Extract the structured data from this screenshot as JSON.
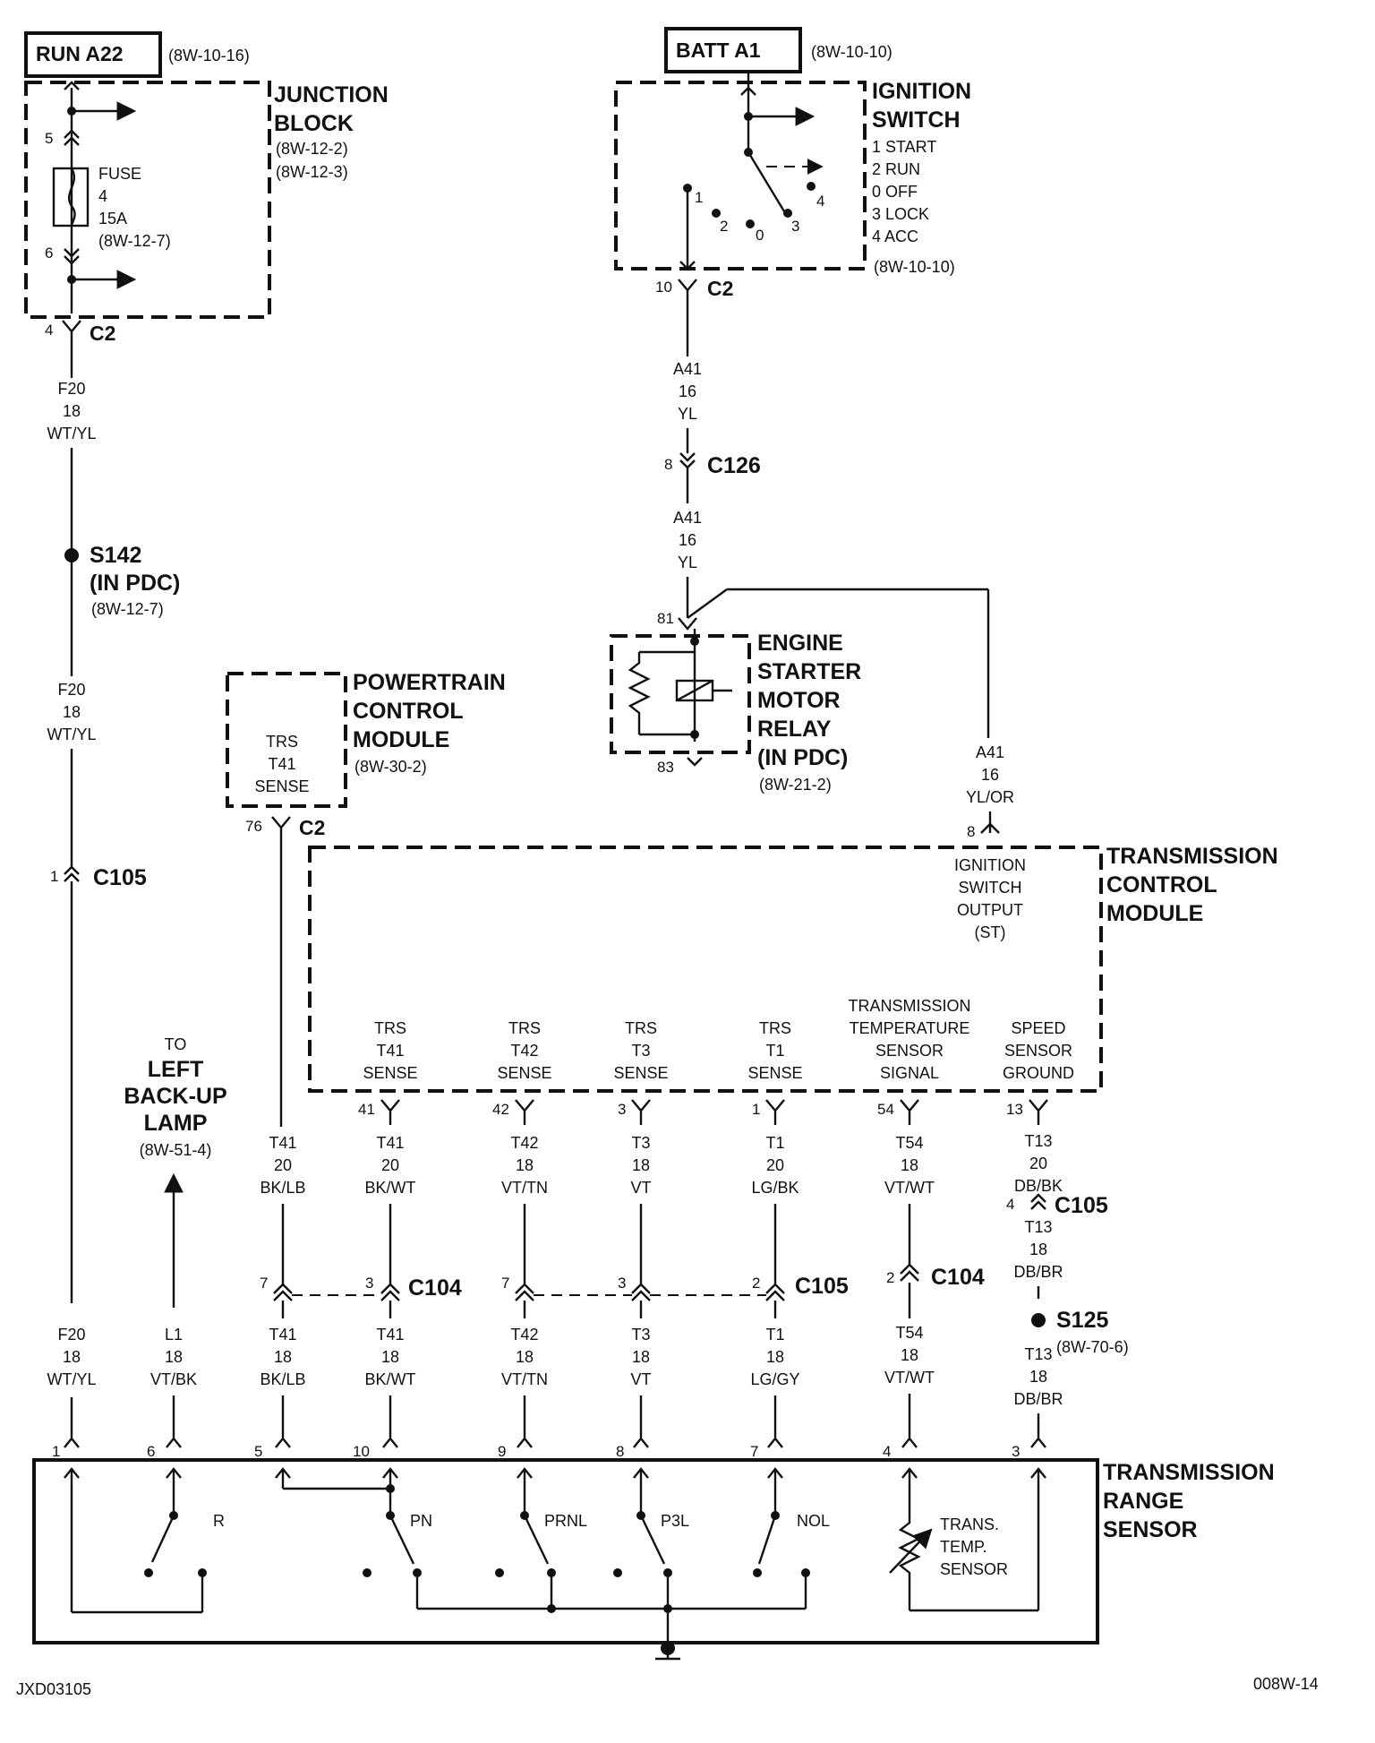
{
  "top": {
    "run_a22": "RUN A22",
    "run_a22_ref": "(8W-10-16)",
    "batt_a1": "BATT A1",
    "batt_a1_ref": "(8W-10-10)"
  },
  "junction_block": {
    "title1": "JUNCTION",
    "title2": "BLOCK",
    "ref1": "(8W-12-2)",
    "ref2": "(8W-12-3)",
    "fuse_label": "FUSE",
    "fuse_num": "4",
    "fuse_amp": "15A",
    "fuse_ref": "(8W-12-7)",
    "pin5": "5",
    "pin6": "6",
    "pin4": "4",
    "conn": "C2"
  },
  "ignition_switch": {
    "title1": "IGNITION",
    "title2": "SWITCH",
    "pos1": "1 START",
    "pos2": "2 RUN",
    "pos0": "0 OFF",
    "pos3": "3 LOCK",
    "pos4": "4 ACC",
    "ref": "(8W-10-10)",
    "c1": "1",
    "c2": "2",
    "c0": "0",
    "c3": "3",
    "c4": "4",
    "pin10": "10",
    "conn": "C2"
  },
  "wires": {
    "f20_a": [
      "F20",
      "18",
      "WT/YL"
    ],
    "f20_b": [
      "F20",
      "18",
      "WT/YL"
    ],
    "f20_c": [
      "F20",
      "18",
      "WT/YL"
    ],
    "a41_a": [
      "A41",
      "16",
      "YL"
    ],
    "a41_b": [
      "A41",
      "16",
      "YL"
    ],
    "a41_c": [
      "A41",
      "16",
      "YL/OR"
    ],
    "l1": [
      "L1",
      "18",
      "VT/BK"
    ],
    "t41_pcm_top": [
      "T41",
      "20",
      "BK/LB"
    ],
    "t41_pcm_bot": [
      "T41",
      "18",
      "BK/LB"
    ],
    "t41_tcm_top": [
      "T41",
      "20",
      "BK/WT"
    ],
    "t41_tcm_bot": [
      "T41",
      "18",
      "BK/WT"
    ],
    "t42_top": [
      "T42",
      "18",
      "VT/TN"
    ],
    "t42_bot": [
      "T42",
      "18",
      "VT/TN"
    ],
    "t3_top": [
      "T3",
      "18",
      "VT"
    ],
    "t3_bot": [
      "T3",
      "18",
      "VT"
    ],
    "t1_top": [
      "T1",
      "20",
      "LG/BK"
    ],
    "t1_bot": [
      "T1",
      "18",
      "LG/GY"
    ],
    "t54_top": [
      "T54",
      "18",
      "VT/WT"
    ],
    "t54_bot": [
      "T54",
      "18",
      "VT/WT"
    ],
    "t13_a": [
      "T13",
      "20",
      "DB/BK"
    ],
    "t13_b": [
      "T13",
      "18",
      "DB/BR"
    ],
    "t13_c": [
      "T13",
      "18",
      "DB/BR"
    ]
  },
  "connectors": {
    "c126": "C126",
    "c126_pin": "8",
    "c105_left": "C105",
    "c105_left_pin": "1",
    "c104_mid": "C104",
    "c105_mid": "C105",
    "c105_right": "C105",
    "c105_right_pin": "4",
    "c104_right": "C104",
    "c104_right_pin": "2",
    "pcm_c2": "C2",
    "pcm_pin": "76",
    "inline_pins": [
      "7",
      "3",
      "7",
      "3",
      "2"
    ]
  },
  "splices": {
    "s142": "S142",
    "s142_loc": "(IN PDC)",
    "s142_ref": "(8W-12-7)",
    "s125": "S125",
    "s125_ref": "(8W-70-6)"
  },
  "relay": {
    "l1": "ENGINE",
    "l2": "STARTER",
    "l3": "MOTOR",
    "l4": "RELAY",
    "l5": "(IN PDC)",
    "ref": "(8W-21-2)",
    "pin81": "81",
    "pin83": "83"
  },
  "pcm": {
    "l1": "POWERTRAIN",
    "l2": "CONTROL",
    "l3": "MODULE",
    "ref": "(8W-30-2)",
    "sig": [
      "TRS",
      "T41",
      "SENSE"
    ]
  },
  "tcm": {
    "l1": "TRANSMISSION",
    "l2": "CONTROL",
    "l3": "MODULE",
    "pin8": "8",
    "ign": [
      "IGNITION",
      "SWITCH",
      "OUTPUT",
      "(ST)"
    ],
    "signals": [
      {
        "lines": [
          "TRS",
          "T41",
          "SENSE"
        ],
        "pin": "41"
      },
      {
        "lines": [
          "TRS",
          "T42",
          "SENSE"
        ],
        "pin": "42"
      },
      {
        "lines": [
          "TRS",
          "T3",
          "SENSE"
        ],
        "pin": "3"
      },
      {
        "lines": [
          "TRS",
          "T1",
          "SENSE"
        ],
        "pin": "1"
      },
      {
        "lines": [
          "TRANSMISSION",
          "TEMPERATURE",
          "SENSOR",
          "SIGNAL"
        ],
        "pin": "54"
      },
      {
        "lines": [
          "SPEED",
          "SENSOR",
          "GROUND"
        ],
        "pin": "13"
      }
    ]
  },
  "backup": {
    "to": "TO",
    "l1": "LEFT",
    "l2": "BACK-UP",
    "l3": "LAMP",
    "ref": "(8W-51-4)"
  },
  "trs": {
    "l1": "TRANSMISSION",
    "l2": "RANGE",
    "l3": "SENSOR",
    "pins": [
      "1",
      "6",
      "5",
      "10",
      "9",
      "8",
      "7",
      "4",
      "3"
    ],
    "sw_r": "R",
    "sw_pn": "PN",
    "sw_prnl": "PRNL",
    "sw_p3l": "P3L",
    "sw_nol": "NOL",
    "temp": [
      "TRANS.",
      "TEMP.",
      "SENSOR"
    ]
  },
  "footer": {
    "left": "JXD03105",
    "right": "008W-14"
  }
}
